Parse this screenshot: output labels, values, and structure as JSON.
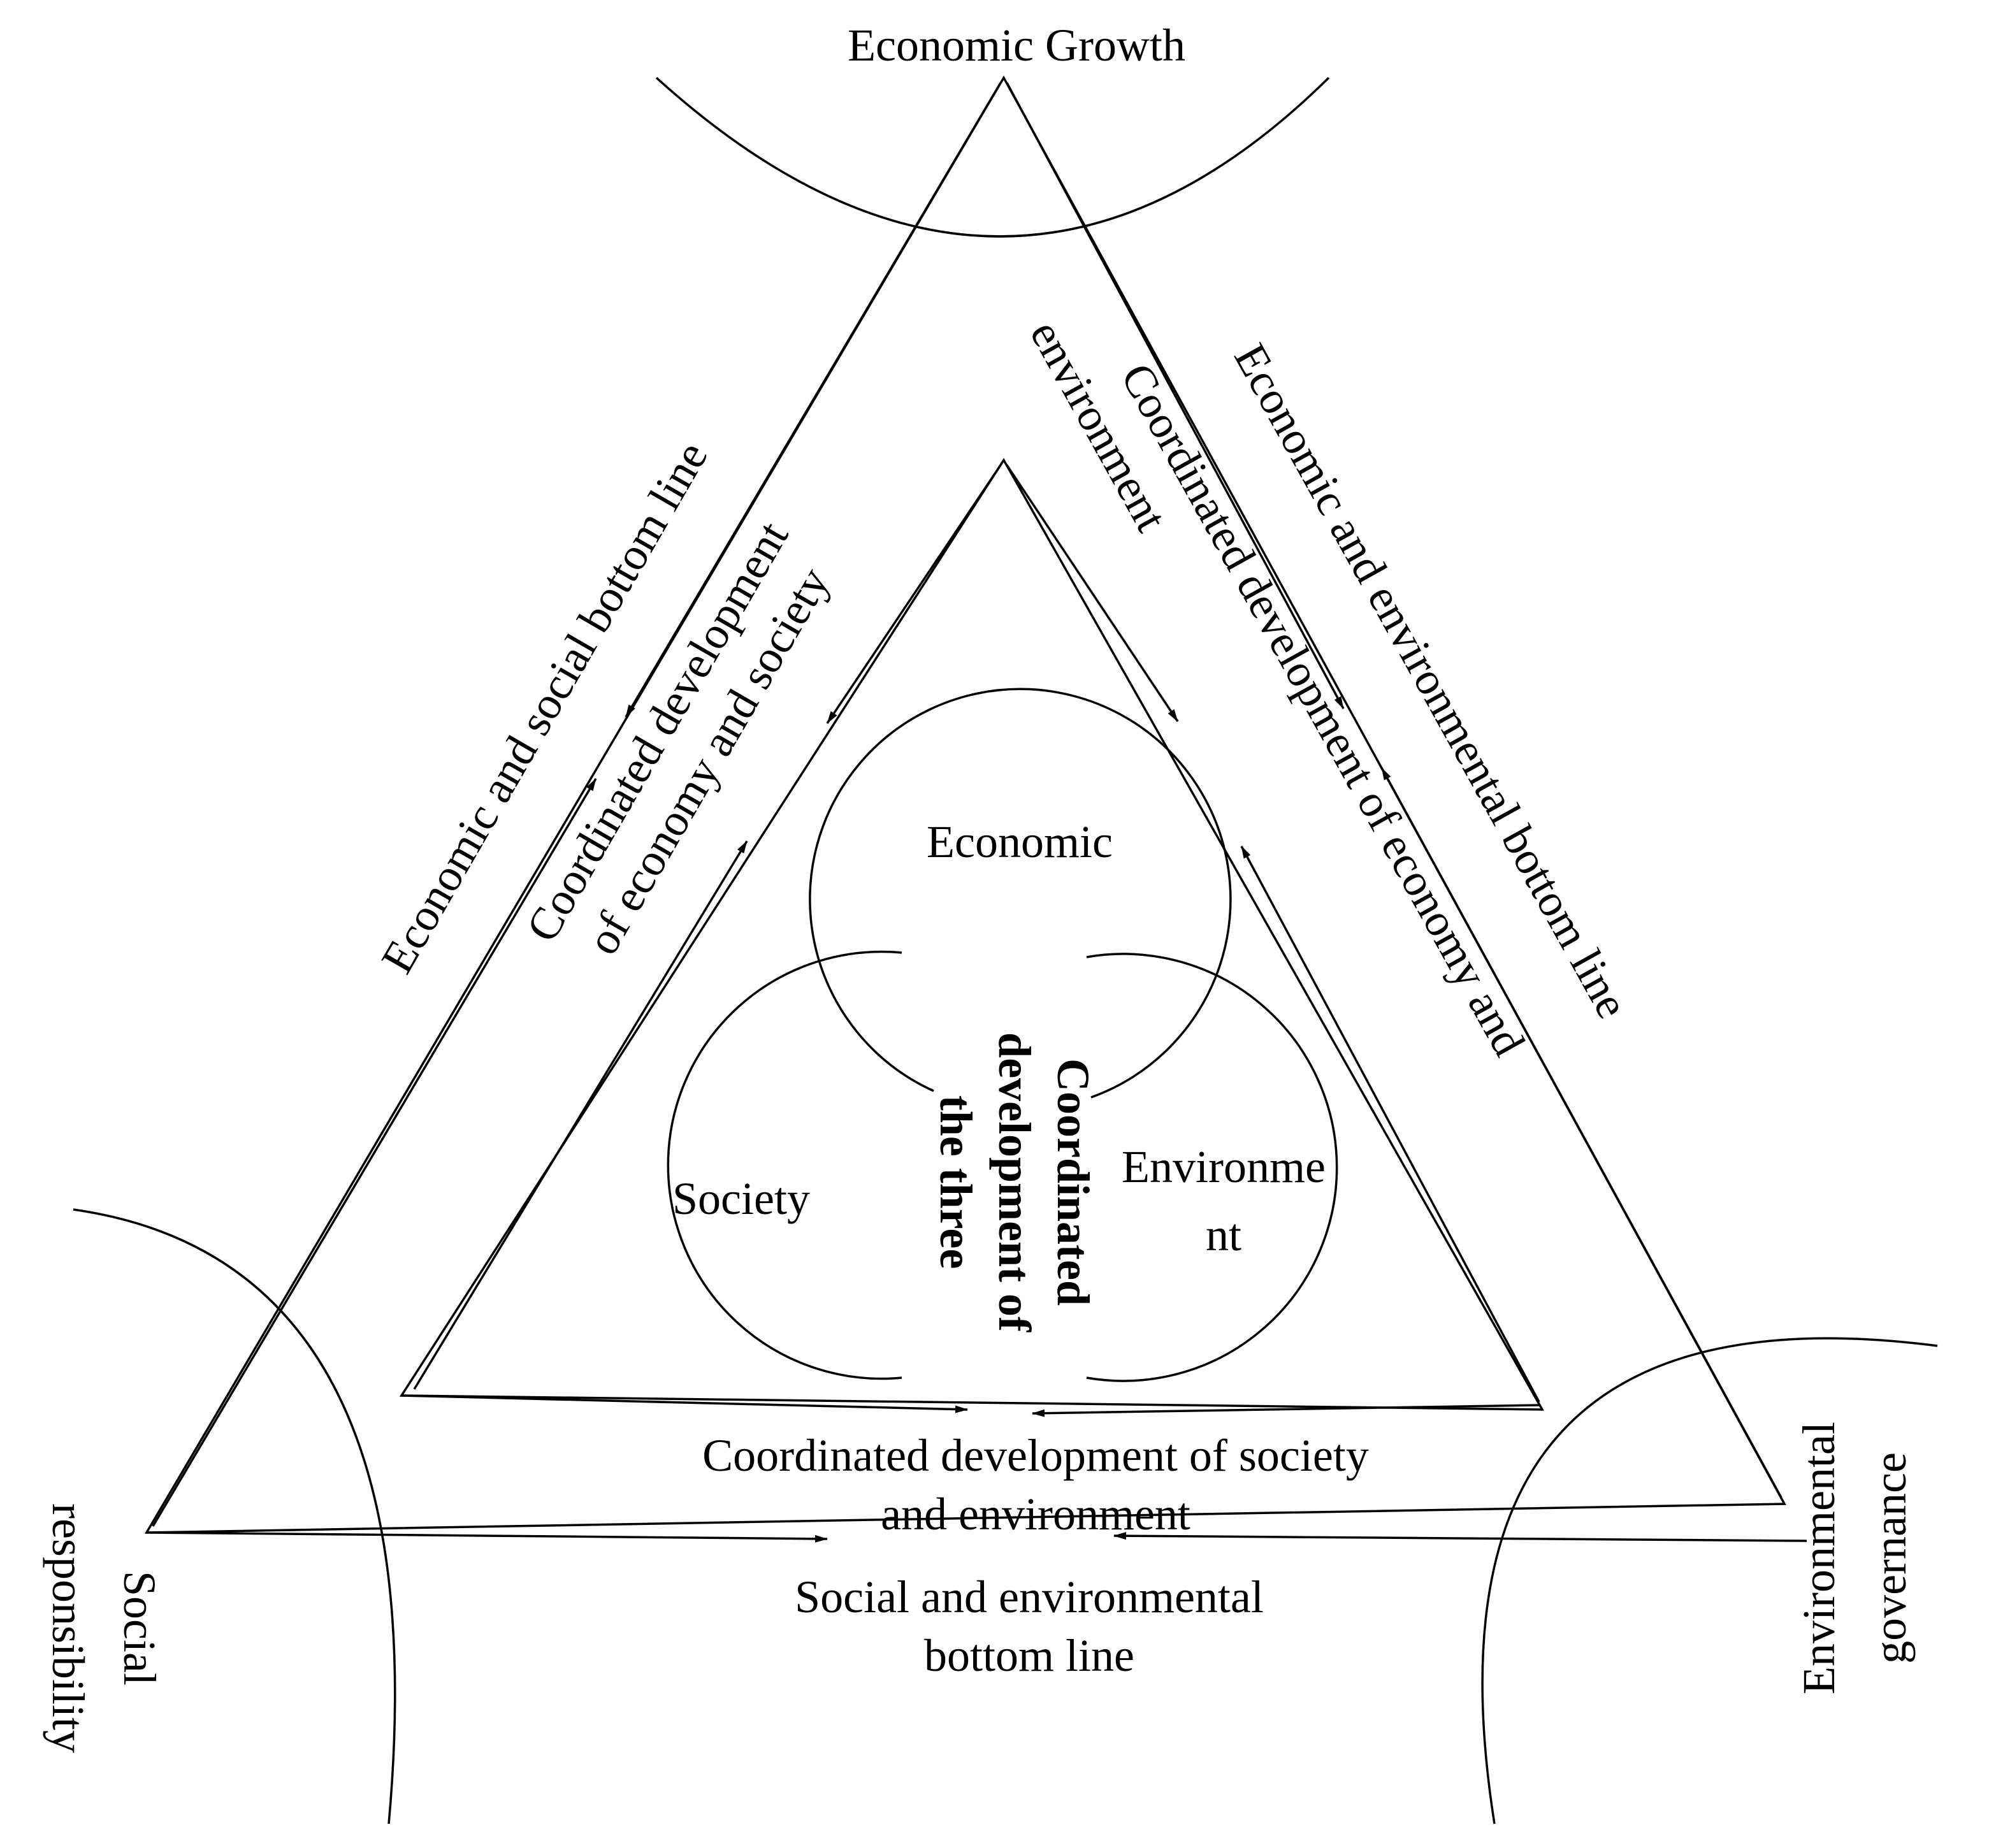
{
  "corners": {
    "top": "Economic Growth",
    "bottom_left": [
      "Social",
      "responsibility"
    ],
    "bottom_right": [
      "Environmental",
      "governance"
    ]
  },
  "outer_sides": {
    "left": "Economic  and social bottom line",
    "right": "Economic and environmental bottom line",
    "bottom": [
      "Social and environmental",
      "bottom line"
    ]
  },
  "inner_sides": {
    "left": [
      "Coordinated development",
      "of economy and society"
    ],
    "right": [
      "Coordinated development of economy and",
      "environment"
    ],
    "bottom": [
      "Coordinated development of society",
      "and environment"
    ]
  },
  "circles": {
    "top": "Economic",
    "left": "Society",
    "right": [
      "Environme",
      "nt"
    ]
  },
  "center": [
    "Coordinated",
    "development of",
    "the three"
  ]
}
